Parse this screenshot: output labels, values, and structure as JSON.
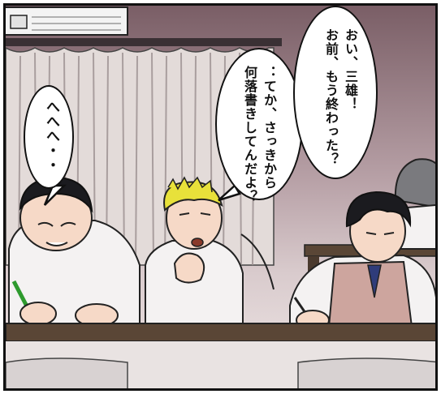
{
  "dialogue": {
    "mitsuo_line1": "おい、三雄！",
    "mitsuo_line2": "お前、もう終わった？",
    "question_line1": "：てか、さっきから",
    "question_line2": "何落書きしてんだよ？",
    "laugh": "へへへ・・"
  },
  "colors": {
    "background_top": "#7a5e66",
    "background_bottom": "#efe7e6",
    "curtain": "#ded6d4",
    "desk": "#5a4636",
    "shirt": "#f4f2f2",
    "vest": "#cda59e",
    "blonde_hair": "#e8e13a",
    "dark_hair": "#1b1b1f"
  }
}
